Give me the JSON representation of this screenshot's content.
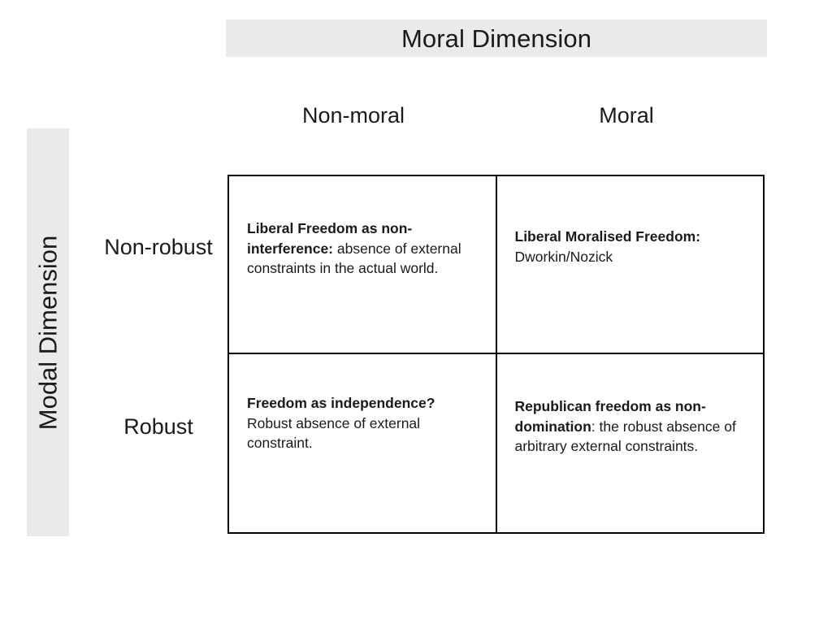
{
  "axes": {
    "column_axis_title": "Moral Dimension",
    "row_axis_title": "Modal Dimension"
  },
  "columns": [
    {
      "label": "Non-moral"
    },
    {
      "label": "Moral"
    }
  ],
  "rows": [
    {
      "label": "Non-robust"
    },
    {
      "label": "Robust"
    }
  ],
  "cells": {
    "nonrobust_nonmoral": {
      "lead": "Liberal Freedom as non-interference:",
      "body": " absence of external constraints in the actual world."
    },
    "nonrobust_moral": {
      "lead": "Liberal Moralised Freedom:",
      "body": " Dworkin/Nozick"
    },
    "robust_nonmoral": {
      "lead": "Freedom as independence?",
      "body": " Robust absence of external constraint."
    },
    "robust_moral": {
      "lead": "Republican freedom as non-domination",
      "body": ": the robust absence of arbitrary external constraints."
    }
  },
  "colors": {
    "band_background": "#eaeaea",
    "text": "#1a1a1a",
    "border": "#000000",
    "page_background": "#ffffff"
  }
}
